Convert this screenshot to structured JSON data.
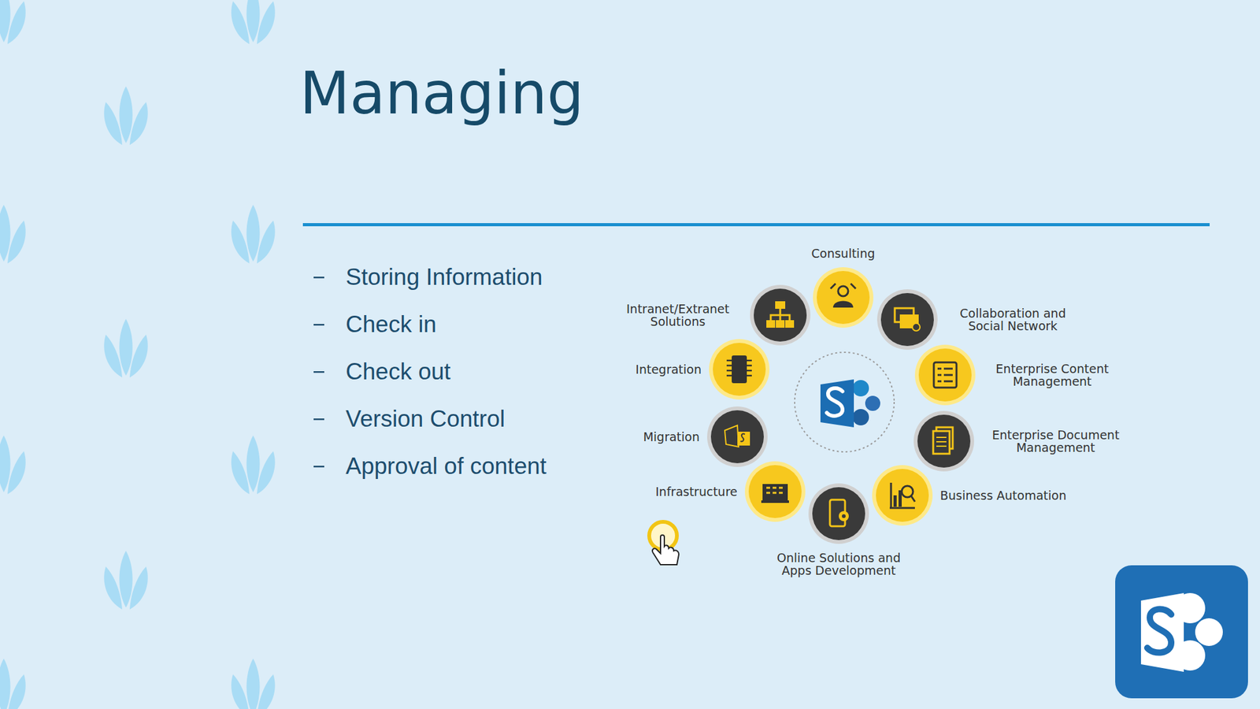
{
  "diagram": {
    "title": "Managing",
    "nodes": [
      {
        "text": [
          "Consulting"
        ]
      },
      {
        "text": [
          "Collaboration and Social Network"
        ]
      },
      {
        "text": [
          "Enterprise Content Management"
        ]
      },
      {
        "text": [
          "Enterprise Document Management"
        ]
      },
      {
        "text": [
          "Business Automation"
        ]
      },
      {
        "text": [
          "Online Solutions and Apps Development"
        ]
      },
      {
        "text": [
          "Infrastructure"
        ]
      },
      {
        "text": [
          "Migration"
        ]
      },
      {
        "text": [
          "Integration"
        ]
      },
      {
        "text": [
          "Intranet/Extranet Solutions"
        ]
      }
    ],
    "labels": [
      "Storing Information",
      "Check in",
      "Check out",
      "Version Control",
      "Approval of content"
    ]
  }
}
